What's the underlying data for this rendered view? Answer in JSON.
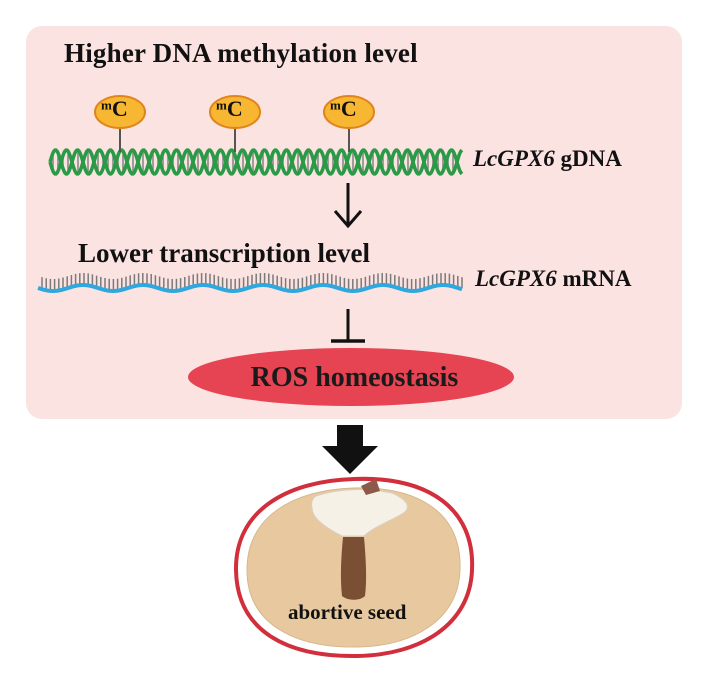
{
  "diagram": {
    "title": "Higher DNA methylation level",
    "methyl_mark": "mC",
    "methyl_mark_superscript": "m",
    "methyl_mark_base": "C",
    "gene_name": "LcGPX6",
    "gdna_suffix": "gDNA",
    "transcription_title": "Lower transcription level",
    "mrna_suffix": "mRNA",
    "ros_label": "ROS homeostasis",
    "seed_label": "abortive seed"
  },
  "colors": {
    "panel": "#fbe3e1",
    "dna_strand": "#2a9a46",
    "mrna_strand": "#2fa8df",
    "methyl_fill": "#f7b733",
    "methyl_stroke": "#e0851c",
    "ros_fill": "#e64452",
    "seed_rim": "#d12f3b",
    "seed_body": "#e8c99f"
  }
}
